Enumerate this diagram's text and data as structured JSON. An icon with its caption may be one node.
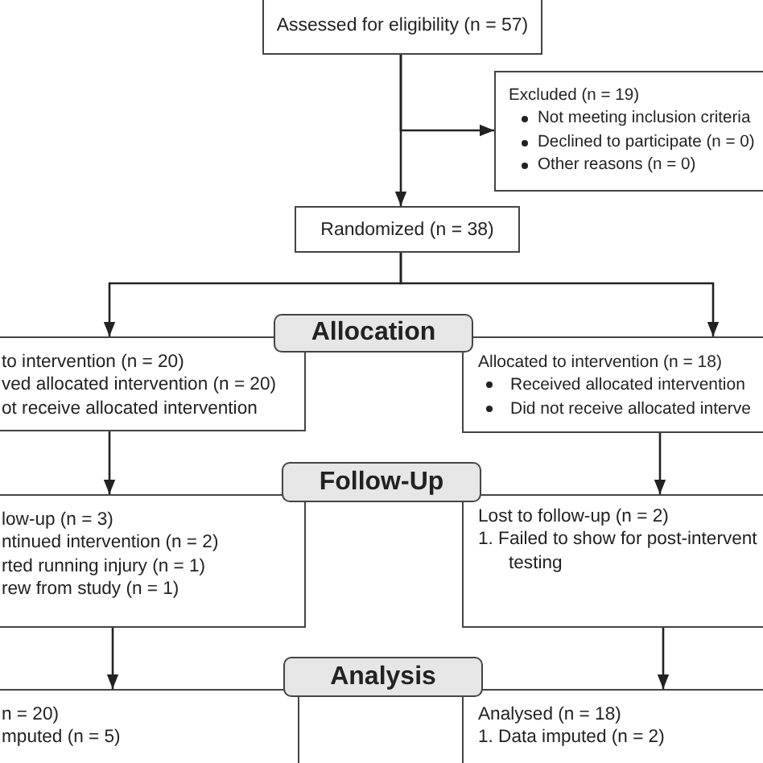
{
  "diagram": {
    "nodes": [
      {
        "text": [
          "Assessed for eligibility (n = 57)"
        ]
      },
      {
        "text": [
          "Excluded (n = 19)",
          "Not meeting inclusion criteria",
          "Declined to participate (n = 0)",
          "Other reasons (n = 0)"
        ]
      },
      {
        "text": [
          "Randomized (n = 38)"
        ]
      },
      {
        "text": [
          "Allocation"
        ]
      },
      {
        "text": [
          "to intervention (n = 20)",
          "ved allocated intervention (n = 20)",
          "ot receive allocated intervention"
        ]
      },
      {
        "text": [
          "Allocated to intervention (n = 18)",
          "Received allocated intervention",
          "Did not receive allocated interve"
        ]
      },
      {
        "text": [
          "Follow-Up"
        ]
      },
      {
        "text": [
          "low-up (n = 3)",
          "ntinued intervention (n = 2)",
          "rted running injury (n = 1)",
          "rew from study (n = 1)"
        ]
      },
      {
        "text": [
          "Lost to follow-up (n = 2)",
          "1. Failed to show for post-intervent testing"
        ]
      },
      {
        "text": [
          "Analysis"
        ]
      },
      {
        "text": [
          "n = 20)",
          "mputed (n = 5)"
        ]
      },
      {
        "text": [
          "Analysed (n = 18)",
          "1. Data imputed (n = 2)"
        ]
      }
    ],
    "edges": [
      {
        "from": 0,
        "to": 2,
        "arrow": "to"
      },
      {
        "from": 0,
        "to": 1,
        "arrow": "to"
      },
      {
        "from": 2,
        "to": 4,
        "arrow": "to"
      },
      {
        "from": 2,
        "to": 5,
        "arrow": "to"
      },
      {
        "from": 4,
        "to": 7,
        "arrow": "to"
      },
      {
        "from": 5,
        "to": 8,
        "arrow": "to"
      },
      {
        "from": 7,
        "to": 10,
        "arrow": "to"
      },
      {
        "from": 8,
        "to": 11,
        "arrow": "to"
      }
    ]
  }
}
